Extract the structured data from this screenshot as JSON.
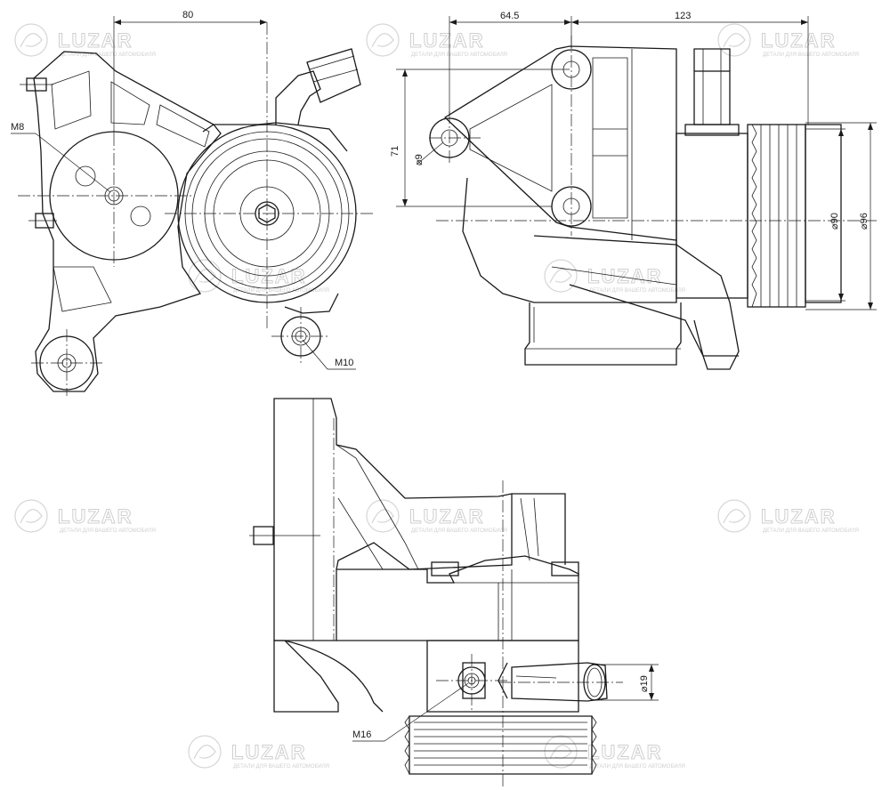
{
  "watermark": {
    "brand": "LUZAR",
    "tagline": "ДЕТАЛИ ДЛЯ ВАШЕГО АВТОМОБИЛЯ"
  },
  "dimensions": {
    "front_width": "80",
    "thread_m8": "M8",
    "thread_m10": "M10",
    "side_offset": "64.5",
    "side_length": "123",
    "side_height": "71",
    "hole_dia": "⌀9",
    "pulley_d90": "⌀90",
    "pulley_d96": "⌀96",
    "pipe_dia": "⌀19",
    "thread_m16": "M16"
  }
}
